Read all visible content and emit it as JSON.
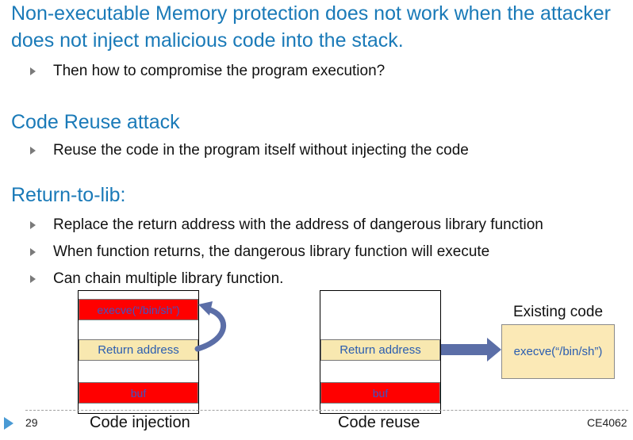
{
  "headings": {
    "h1": "Non-executable Memory protection does not work when the attacker does not inject malicious code into the stack.",
    "h2": "Code Reuse attack",
    "h3": "Return-to-lib:"
  },
  "bullets": {
    "b1": "Then how to compromise the program execution?",
    "b2": "Reuse the code in the program itself without injecting the code",
    "b3": "Replace the return address with the address of dangerous library function",
    "b4": "When function returns, the dangerous library function will execute",
    "b5": "Can chain multiple library function."
  },
  "diagram": {
    "injection": {
      "execve": "execve(“/bin/sh”)",
      "return_address": "Return address",
      "buf": "buf",
      "caption": "Code injection"
    },
    "reuse": {
      "return_address": "Return address",
      "buf": "buf",
      "caption": "Code reuse"
    },
    "existing": {
      "label": "Existing code",
      "execve": "execve(“/bin/sh”)"
    }
  },
  "footer": {
    "page": "29",
    "course": "CE4062"
  },
  "colors": {
    "heading": "#1a7ab8",
    "red_cell": "#ff0000",
    "return_cell": "#f8e8b0",
    "arrow": "#5b6ea7"
  }
}
